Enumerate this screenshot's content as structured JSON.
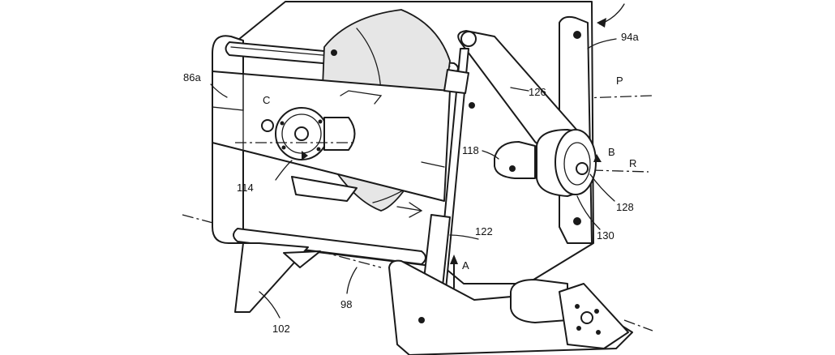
{
  "labels": {
    "ref_86a": "86a",
    "ref_94a": "94a",
    "ref_C": "C",
    "ref_P": "P",
    "ref_126": "126",
    "ref_118": "118",
    "ref_B": "B",
    "ref_R": "R",
    "ref_114": "114",
    "ref_128": "128",
    "ref_130": "130",
    "ref_122": "122",
    "ref_A": "A",
    "ref_98": "98",
    "ref_102": "102"
  }
}
